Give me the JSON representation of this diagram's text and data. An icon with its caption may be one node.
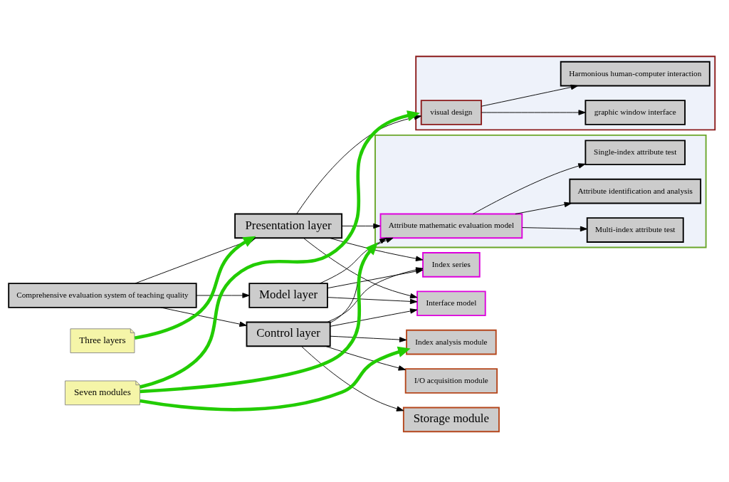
{
  "diagram": {
    "nodes": [
      {
        "text": [
          "Comprehensive evaluation system of teaching quality"
        ]
      },
      {
        "text": [
          "Presentation layer"
        ]
      },
      {
        "text": [
          "Model layer"
        ]
      },
      {
        "text": [
          "Control layer"
        ]
      },
      {
        "text": [
          "Three layers"
        ]
      },
      {
        "text": [
          "Seven modules"
        ]
      },
      {
        "text": [],
        "shape": "box"
      },
      {
        "text": [
          "visual design"
        ],
        "in": 6
      },
      {
        "text": [
          "graphic window interface"
        ],
        "in": 6
      },
      {
        "text": [
          "Harmonious human-computer interaction"
        ],
        "in": 6
      },
      {
        "text": [
          "Index series"
        ]
      },
      {
        "text": [],
        "shape": "box"
      },
      {
        "text": [
          "Attribute mathematic evaluation model"
        ],
        "in": 11
      },
      {
        "text": [
          "Single-index attribute test"
        ],
        "in": 11
      },
      {
        "text": [
          "Multi-index attribute test"
        ],
        "in": 11
      },
      {
        "text": [
          "Attribute identification and analysis"
        ],
        "in": 11
      },
      {
        "text": [
          "Interface model"
        ]
      },
      {
        "text": [
          "Storage module"
        ]
      },
      {
        "text": [
          "Index analysis module"
        ]
      },
      {
        "text": [
          "I/O acquisition module"
        ]
      }
    ],
    "edges": [
      {
        "from": 0,
        "to": 1,
        "arrow": "to"
      },
      {
        "from": 0,
        "to": 2,
        "arrow": "to"
      },
      {
        "from": 0,
        "to": 3,
        "arrow": "to"
      },
      {
        "from": 1,
        "to": 7,
        "arrow": "to"
      },
      {
        "from": 1,
        "to": 10,
        "arrow": "to"
      },
      {
        "from": 1,
        "to": 12,
        "arrow": "to"
      },
      {
        "from": 1,
        "to": 16,
        "arrow": "to"
      },
      {
        "from": 2,
        "to": 10,
        "arrow": "to"
      },
      {
        "from": 2,
        "to": 12,
        "arrow": "to"
      },
      {
        "from": 2,
        "to": 16,
        "arrow": "to"
      },
      {
        "from": 3,
        "to": 10,
        "arrow": "to"
      },
      {
        "from": 3,
        "to": 12,
        "arrow": "to"
      },
      {
        "from": 3,
        "to": 16,
        "arrow": "to"
      },
      {
        "from": 3,
        "to": 17,
        "arrow": "to"
      },
      {
        "from": 3,
        "to": 18,
        "arrow": "to"
      },
      {
        "from": 3,
        "to": 19,
        "arrow": "to"
      },
      {
        "from": 7,
        "to": 8,
        "arrow": "to"
      },
      {
        "from": 7,
        "to": 9,
        "arrow": "to"
      },
      {
        "from": 12,
        "to": 13,
        "arrow": "to"
      },
      {
        "from": 12,
        "to": 14,
        "arrow": "to"
      },
      {
        "from": 12,
        "to": 15,
        "arrow": "to"
      },
      {
        "from": 4,
        "to": 1,
        "arrow": "to",
        "style": "thick",
        "color": "#22cc00"
      },
      {
        "from": 5,
        "to": 6,
        "arrow": "to",
        "style": "thick",
        "color": "#22cc00"
      },
      {
        "from": 5,
        "to": 11,
        "arrow": "to",
        "style": "thick",
        "color": "#22cc00"
      },
      {
        "from": 5,
        "to": 18,
        "arrow": "to",
        "style": "thick",
        "color": "#22cc00"
      }
    ]
  }
}
